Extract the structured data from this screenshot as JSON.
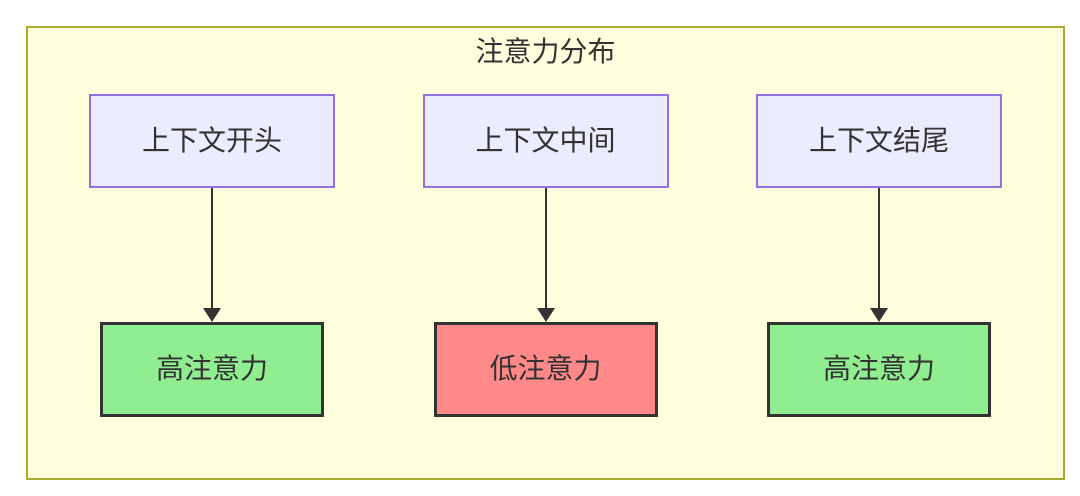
{
  "title": "注意力分布",
  "columns": [
    {
      "top": {
        "label": "上下文开头"
      },
      "bottom": {
        "label": "高注意力",
        "level": "high"
      }
    },
    {
      "top": {
        "label": "上下文中间"
      },
      "bottom": {
        "label": "低注意力",
        "level": "low"
      }
    },
    {
      "top": {
        "label": "上下文结尾"
      },
      "bottom": {
        "label": "高注意力",
        "level": "high"
      }
    }
  ],
  "colors": {
    "canvas_background": "#ffffde",
    "canvas_border": "#aaaa33",
    "context_node_fill": "#ececff",
    "context_node_border": "#9370db",
    "high_attention_fill": "#90ee90",
    "low_attention_fill": "#ff8888",
    "attention_node_border": "#333333",
    "arrow": "#333333",
    "text": "#333333"
  }
}
